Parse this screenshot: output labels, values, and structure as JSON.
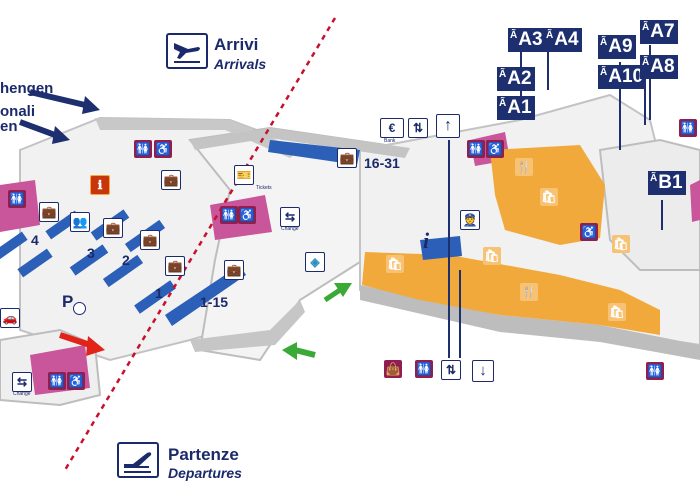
{
  "flows": {
    "arrivals": {
      "title": "Arrivi",
      "subtitle": "Arrivals",
      "icon": "plane-landing-icon"
    },
    "departures": {
      "title": "Partenze",
      "subtitle": "Departures",
      "icon": "plane-takeoff-icon"
    }
  },
  "edge_labels": {
    "schengen": "hengen",
    "nonschengen_1": "onali",
    "nonschengen_2": "en"
  },
  "gates": [
    "A3",
    "A4",
    "A2",
    "A1",
    "A9",
    "A10",
    "A7",
    "A8",
    "B1"
  ],
  "gate_prefix": "Ã",
  "checkin": {
    "left_block": "1-15",
    "right_block": "16-31"
  },
  "hall_numbers": [
    "4",
    "3",
    "2",
    "1"
  ],
  "parking": "P",
  "info_symbol": "i",
  "icon_labels": {
    "bank": "Bank",
    "tickets": "Tickets",
    "change": "Change",
    "change2": "Change"
  },
  "colors": {
    "navy": "#1d2f6f",
    "magenta": "#8e1f4f",
    "purple_zone": "#c9559b",
    "orange_zone": "#f2a93b",
    "blue_counter": "#2b5fb8",
    "red_arrow": "#e2231a",
    "green_arrow": "#3aa935",
    "divider_dash": "#c8102e",
    "floor": "#efefef",
    "wall": "#b8b8b8"
  }
}
